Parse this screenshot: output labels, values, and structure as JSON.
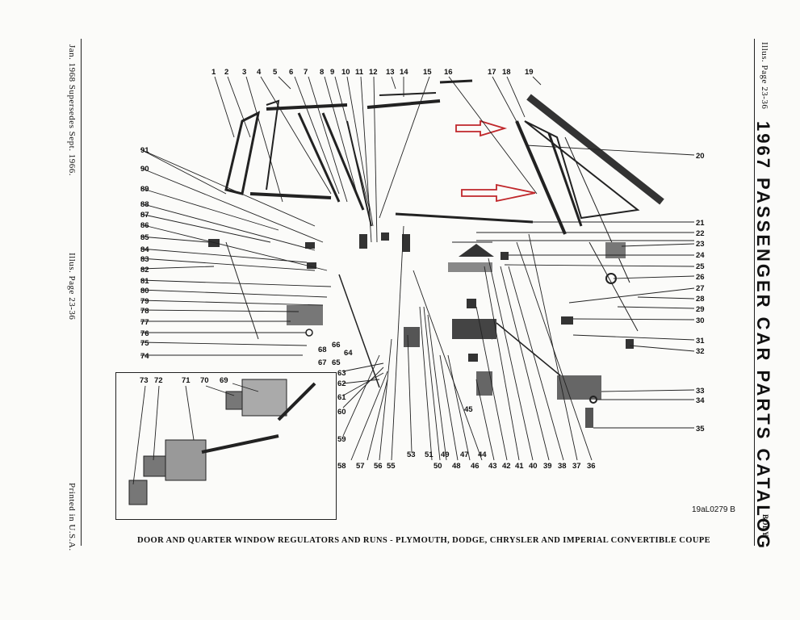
{
  "margin_left": {
    "date_line": "Jan. 1968 Supersedes Sept. 1966.",
    "illus_ref": "Illus. Page 23-36",
    "printed": "Printed in U.S.A."
  },
  "margin_right": {
    "illus_ref": "Illus. Page 23-36",
    "catalog_title": "1967 PASSENGER CAR PARTS CATALOG",
    "section": "BODY"
  },
  "drawing_id": "19aL0279 B",
  "caption": "DOOR AND QUARTER WINDOW REGULATORS AND RUNS - PLYMOUTH, DODGE, CHRYSLER AND IMPERIAL CONVERTIBLE COUPE",
  "callouts": {
    "top": [
      "1",
      "2",
      "3",
      "4",
      "5",
      "6",
      "7",
      "8",
      "9",
      "10",
      "11",
      "12",
      "13",
      "14",
      "15",
      "16",
      "17",
      "18",
      "19"
    ],
    "right": [
      "20",
      "21",
      "22",
      "23",
      "24",
      "25",
      "26",
      "27",
      "28",
      "29",
      "30",
      "31",
      "32",
      "33",
      "34",
      "35"
    ],
    "bottom": [
      "36",
      "37",
      "38",
      "39",
      "40",
      "41",
      "42",
      "43",
      "44",
      "45",
      "46",
      "47",
      "48",
      "49",
      "50",
      "51",
      "53",
      "55",
      "56",
      "57",
      "58"
    ],
    "bottom_left": [
      "59",
      "60",
      "61",
      "62",
      "63",
      "64",
      "65",
      "66",
      "67",
      "68"
    ],
    "left": [
      "74",
      "75",
      "76",
      "77",
      "78",
      "79",
      "80",
      "81",
      "82",
      "83",
      "84",
      "85",
      "86",
      "87",
      "88",
      "89",
      "90",
      "91"
    ],
    "inset": [
      "69",
      "70",
      "71",
      "72",
      "73"
    ]
  },
  "colors": {
    "ink": "#111111",
    "arrow": "#c0262a",
    "paper": "#fbfbf9"
  }
}
